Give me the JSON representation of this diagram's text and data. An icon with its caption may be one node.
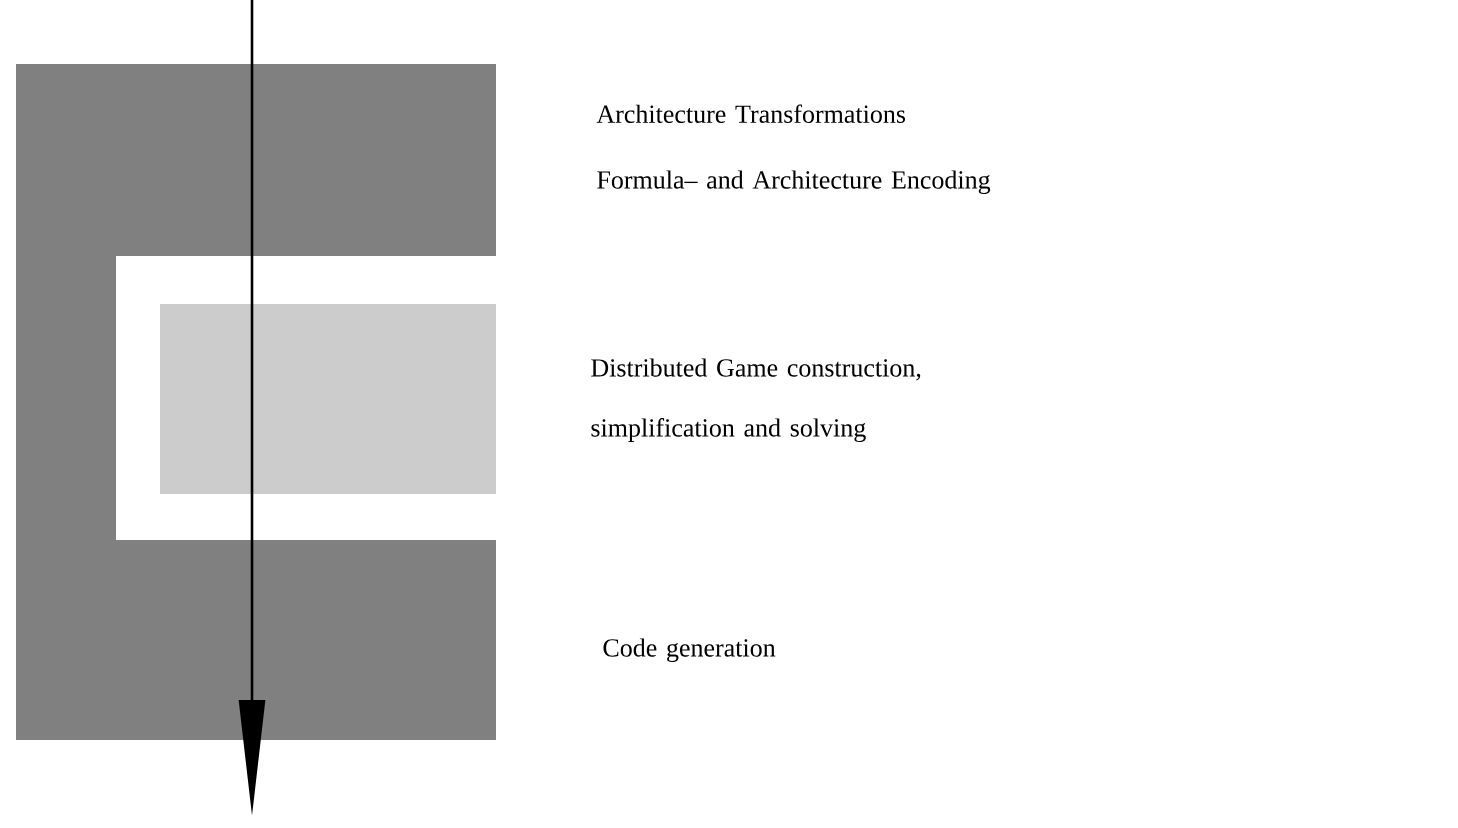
{
  "diagram": {
    "nodes": [
      {
        "text": [],
        "shape": "box"
      },
      {
        "text": [],
        "shape": "box"
      },
      {
        "text": [],
        "shape": "box"
      },
      {
        "text": [],
        "shape": "box"
      }
    ],
    "labels": [
      "Architecture Transformations",
      "Formula– and Architecture Encoding",
      "Distributed Game construction, simplification and solving",
      "Code generation"
    ]
  }
}
